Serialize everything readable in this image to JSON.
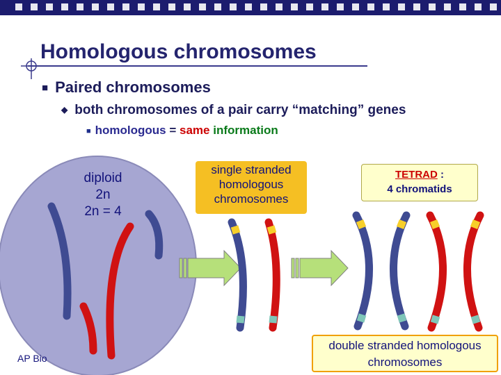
{
  "slide": {
    "title": "Homologous chromosomes",
    "bullet1": "Paired chromosomes",
    "bullet2": "both chromosomes of a pair carry “matching” genes",
    "bullet3": {
      "part1": "homologous",
      "part2": " = ",
      "part3": "same",
      "part4": " ",
      "part5": "information"
    },
    "footer": "AP Bio"
  },
  "cell": {
    "line1": "diploid",
    "line2": "2n",
    "line3": "2n = 4"
  },
  "labels": {
    "single_stranded": "single stranded homologous chromosomes",
    "tetrad_word": "TETRAD",
    "tetrad_colon": " :",
    "tetrad_detail": "4 chromatids",
    "double_stranded": "double stranded homologous chromosomes"
  },
  "colors": {
    "topbar": "#1c1c6e",
    "cell_fill": "#a6a6d2",
    "chromosome_blue": "#3f4b92",
    "chromosome_red": "#d01212",
    "band_yellow": "#f7cf2a",
    "band_teal": "#7fc6b8",
    "arrow_fill": "#b6e07a"
  }
}
